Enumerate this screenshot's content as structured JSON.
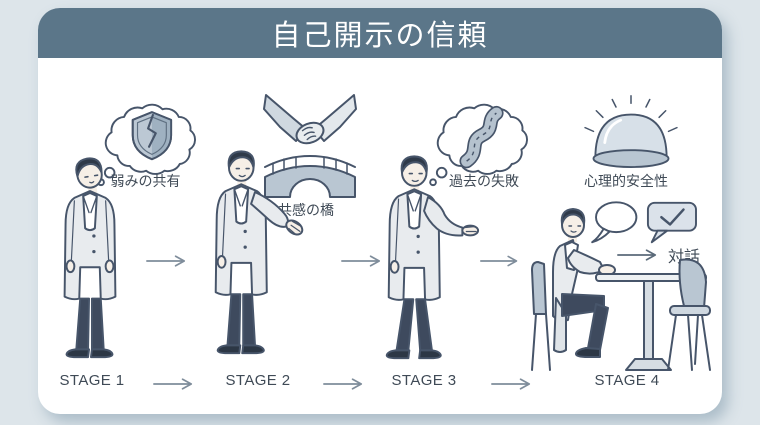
{
  "header": {
    "title": "自己開示の信頼"
  },
  "stages": [
    {
      "stage_label": "STAGE 1",
      "caption": "弱みの共有",
      "icon": "cracked-shield-thought-bubble"
    },
    {
      "stage_label": "STAGE 2",
      "caption": "共感の橋",
      "icon": "handshake-bridge"
    },
    {
      "stage_label": "STAGE 3",
      "caption": "過去の失敗",
      "icon": "winding-road-thought-bubble"
    },
    {
      "stage_label": "STAGE 4",
      "caption": "心理的安全性",
      "icon": "glowing-safety-dome"
    }
  ],
  "stage4": {
    "dialogue_label": "対話",
    "bubbles_icon": "speech-bubbles-with-checkmark"
  },
  "colors": {
    "page_background": "#dde5ea",
    "card_background": "#ffffff",
    "header_background": "#5b7689",
    "header_text": "#ffffff",
    "label_text": "#3f4a56",
    "arrow": "#7f8d9b",
    "illustration_outline": "#47556a",
    "illustration_coat": "#e8ebee",
    "illustration_mid_gray_blue": "#b9c6d2",
    "illustration_pants": "#3e4a5e",
    "illustration_shoes": "#2c3745",
    "skin": "#f6efe7"
  }
}
